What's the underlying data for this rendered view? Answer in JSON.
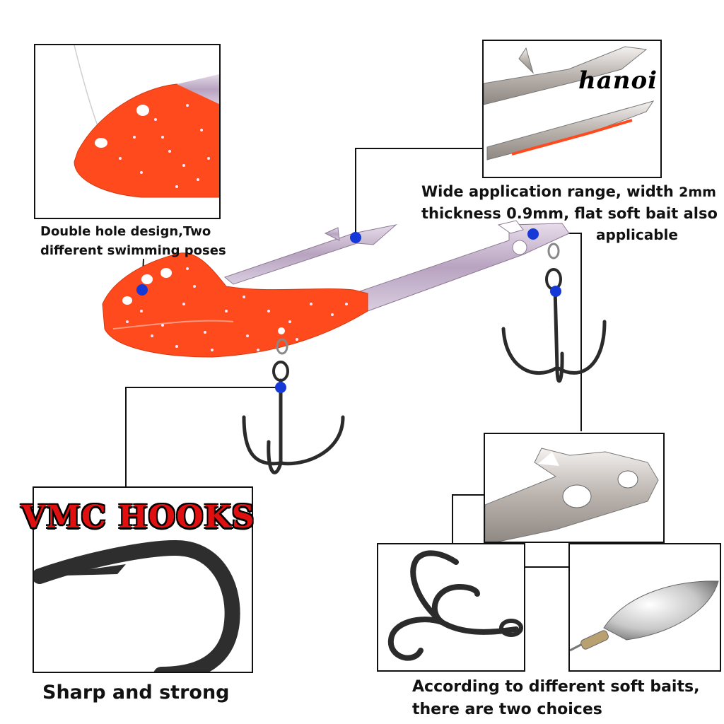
{
  "brand_watermark": "hanoi",
  "captions": {
    "double_hole": [
      "Double hole design,Two",
      "different swimming poses"
    ],
    "application_line1_prefix": "Wide application range, width ",
    "application_width": "2mm",
    "application_line2": "thickness 0.9mm, flat soft bait also",
    "application_line3": "applicable",
    "vmc_label": "VMC HOOKS",
    "sharp_strong": "Sharp and strong",
    "two_choices": [
      "According to different soft baits,",
      "there are two choices"
    ]
  },
  "colors": {
    "lure_body": "#ff4a1e",
    "metal": "#c9b6cf",
    "marker_dot": "#1538d6",
    "vmc_red": "#e01010"
  }
}
